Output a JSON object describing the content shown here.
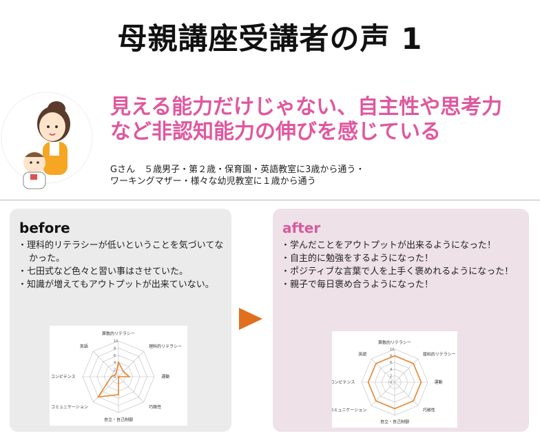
{
  "title": "母親講座受講者の声 1",
  "headline": {
    "line1": "見える能力だけじゃない、自主性や思考力",
    "line2": "など非認知能力の伸びを感じている"
  },
  "profile": {
    "line1": "Gさん　５歳男子・第２歳・保育園・英語教室に3歳から通う・",
    "line2": "ワーキングマザー・様々な幼児教室に１歳から通う"
  },
  "before": {
    "heading": "before",
    "items": [
      "理科的リテラシーが低いということを気づいてなかった。",
      "七田式など色々と習い事はさせていた。",
      "知識が増えてもアウトプットが出来ていない。"
    ]
  },
  "after": {
    "heading": "after",
    "items": [
      "学んだことをアウトプットが出来るようになった！",
      "自主的に勉強をするようになった！",
      "ポジティブな言葉で人を上手く褒めれるようになった！",
      "親子で毎日褒め合うようになった！"
    ]
  },
  "colors": {
    "title": "#111111",
    "headline": "#e0579e",
    "after_heading": "#d65b9c",
    "before_panel": "#ebebeb",
    "after_panel": "#eee1e8",
    "arrow": "#e06f1e",
    "radar_line": "#e8822a"
  },
  "chart_data": [
    {
      "type": "radar",
      "categories": [
        "算数的リテラシー",
        "理科的リテラシー",
        "運動",
        "巧緻性",
        "自立・自己制御",
        "コミュニケーション",
        "コンピテンス",
        "英語"
      ],
      "ticks": [
        "10",
        "8",
        "6",
        "4",
        "2",
        "0"
      ],
      "ylim": [
        0,
        10
      ],
      "values": [
        4,
        2,
        3,
        0,
        5,
        8,
        2,
        1
      ]
    },
    {
      "type": "radar",
      "categories": [
        "算数的リテラシー",
        "理科的リテラシー",
        "運動",
        "巧緻性",
        "自立・自己制御",
        "コミュニケーション",
        "コンピテンス",
        "英語"
      ],
      "ticks": [
        "10",
        "8",
        "6",
        "4",
        "2",
        "0"
      ],
      "ylim": [
        0,
        10
      ],
      "values": [
        8,
        8,
        8,
        8,
        8,
        8,
        8,
        8
      ]
    }
  ]
}
